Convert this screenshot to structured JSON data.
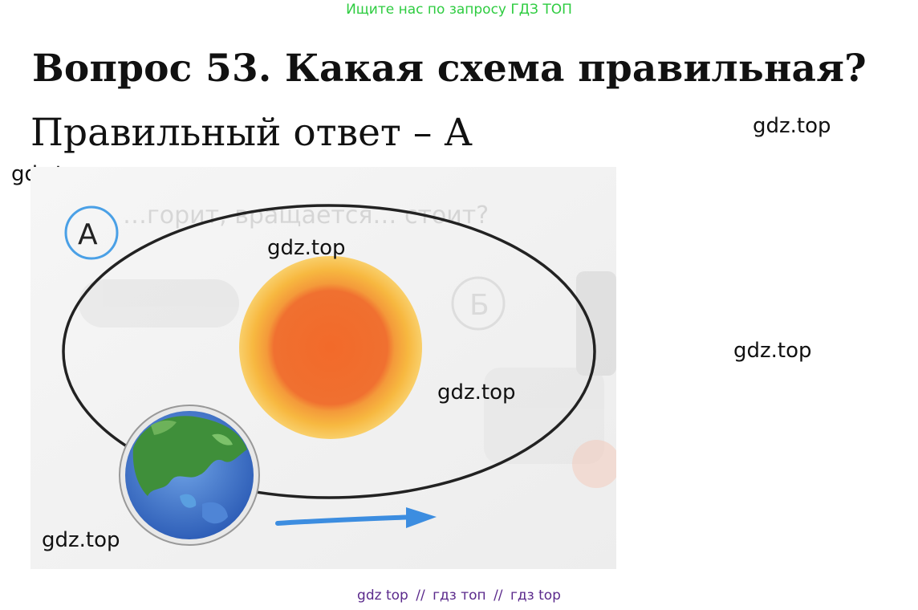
{
  "banner": {
    "text": "Ищите нас по запросу ГДЗ ТОП"
  },
  "question": {
    "title": "Вопрос 53. Какая схема правильная?",
    "answer": "Правильный ответ – А"
  },
  "watermarks": [
    "gdz.top",
    "gdz.top",
    "gdz.top",
    "gdz.top",
    "gdz.top",
    "gdz.top"
  ],
  "figure": {
    "label_a": "А",
    "label_b": "Б",
    "ghost_text": "…горит, вращается… стоит?",
    "colors": {
      "orbit": "#222222",
      "sun_core": "#f06a2e",
      "sun_glow": "#f7b63a",
      "earth_land": "#3f8f3a",
      "earth_ocean": "#3d72c8",
      "arrow": "#3c8de0",
      "label_circle": "#4aa0e6"
    }
  },
  "footer": {
    "links": [
      "gdz top",
      "гдз топ",
      "гдз top"
    ],
    "separator": "//"
  }
}
